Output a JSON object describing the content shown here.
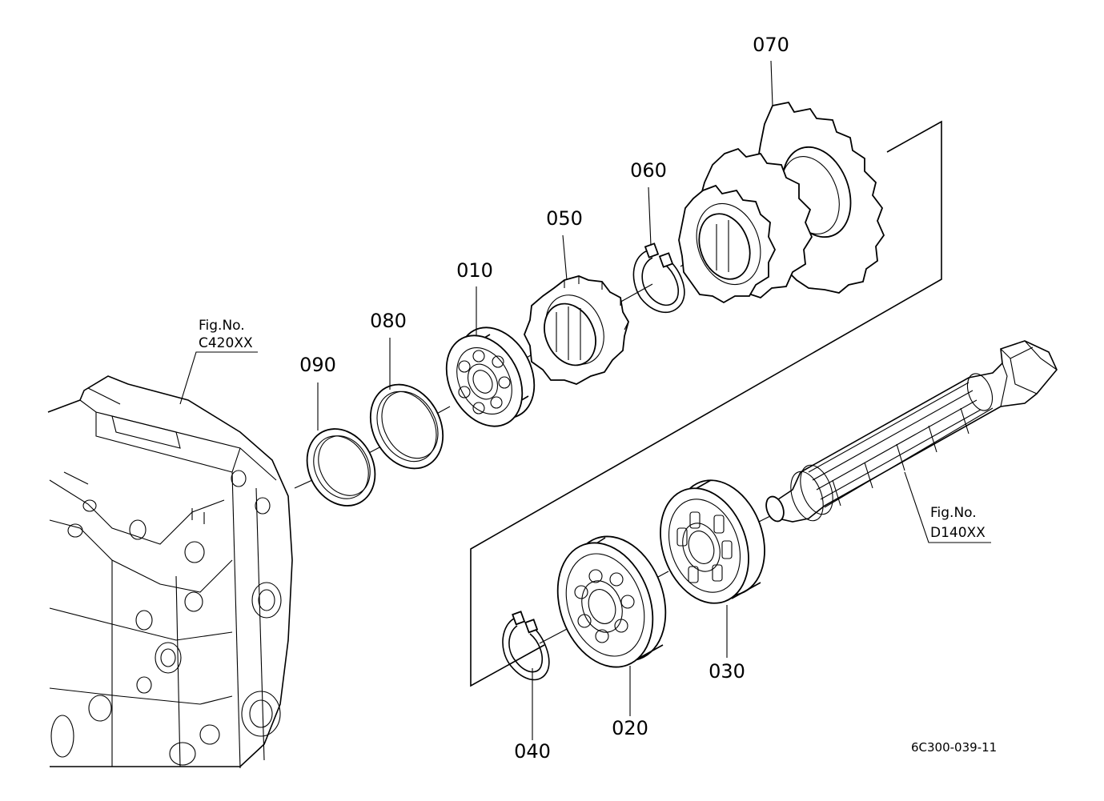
{
  "parts": [
    {
      "id": "p010",
      "label": "010"
    },
    {
      "id": "p020",
      "label": "020"
    },
    {
      "id": "p030",
      "label": "030"
    },
    {
      "id": "p040",
      "label": "040"
    },
    {
      "id": "p050",
      "label": "050"
    },
    {
      "id": "p060",
      "label": "060"
    },
    {
      "id": "p070",
      "label": "070"
    },
    {
      "id": "p080",
      "label": "080"
    },
    {
      "id": "p090",
      "label": "090"
    }
  ],
  "references": {
    "housing": {
      "line1": "Fig.No.",
      "line2": "C420XX"
    },
    "shaft": {
      "line1": "Fig.No.",
      "line2": "D140XX"
    }
  },
  "drawing_code": "6C300-039-11"
}
